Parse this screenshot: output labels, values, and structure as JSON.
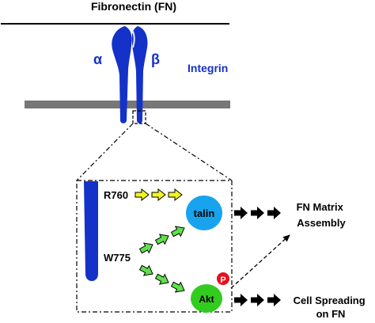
{
  "title": "Fibronectin (FN)",
  "integrin": {
    "label": "Integrin",
    "alpha": "α",
    "beta": "β",
    "color": "#1431c8"
  },
  "residues": {
    "r760": "R760",
    "w775": "W775"
  },
  "nodes": {
    "talin": {
      "label": "talin",
      "color": "#18a3ee"
    },
    "akt": {
      "label": "Akt",
      "color": "#32cc1e"
    },
    "phospho": {
      "label": "P",
      "color": "#e8101e"
    }
  },
  "outcomes": {
    "matrix_assembly": [
      "FN Matrix",
      "Assembly"
    ],
    "cell_spreading": [
      "Cell Spreading",
      "on FN"
    ]
  },
  "colors": {
    "yellow_arrow": "#f2f51e",
    "green_arrow": "#5ee04b",
    "black": "#000000",
    "membrane": "#777777"
  }
}
